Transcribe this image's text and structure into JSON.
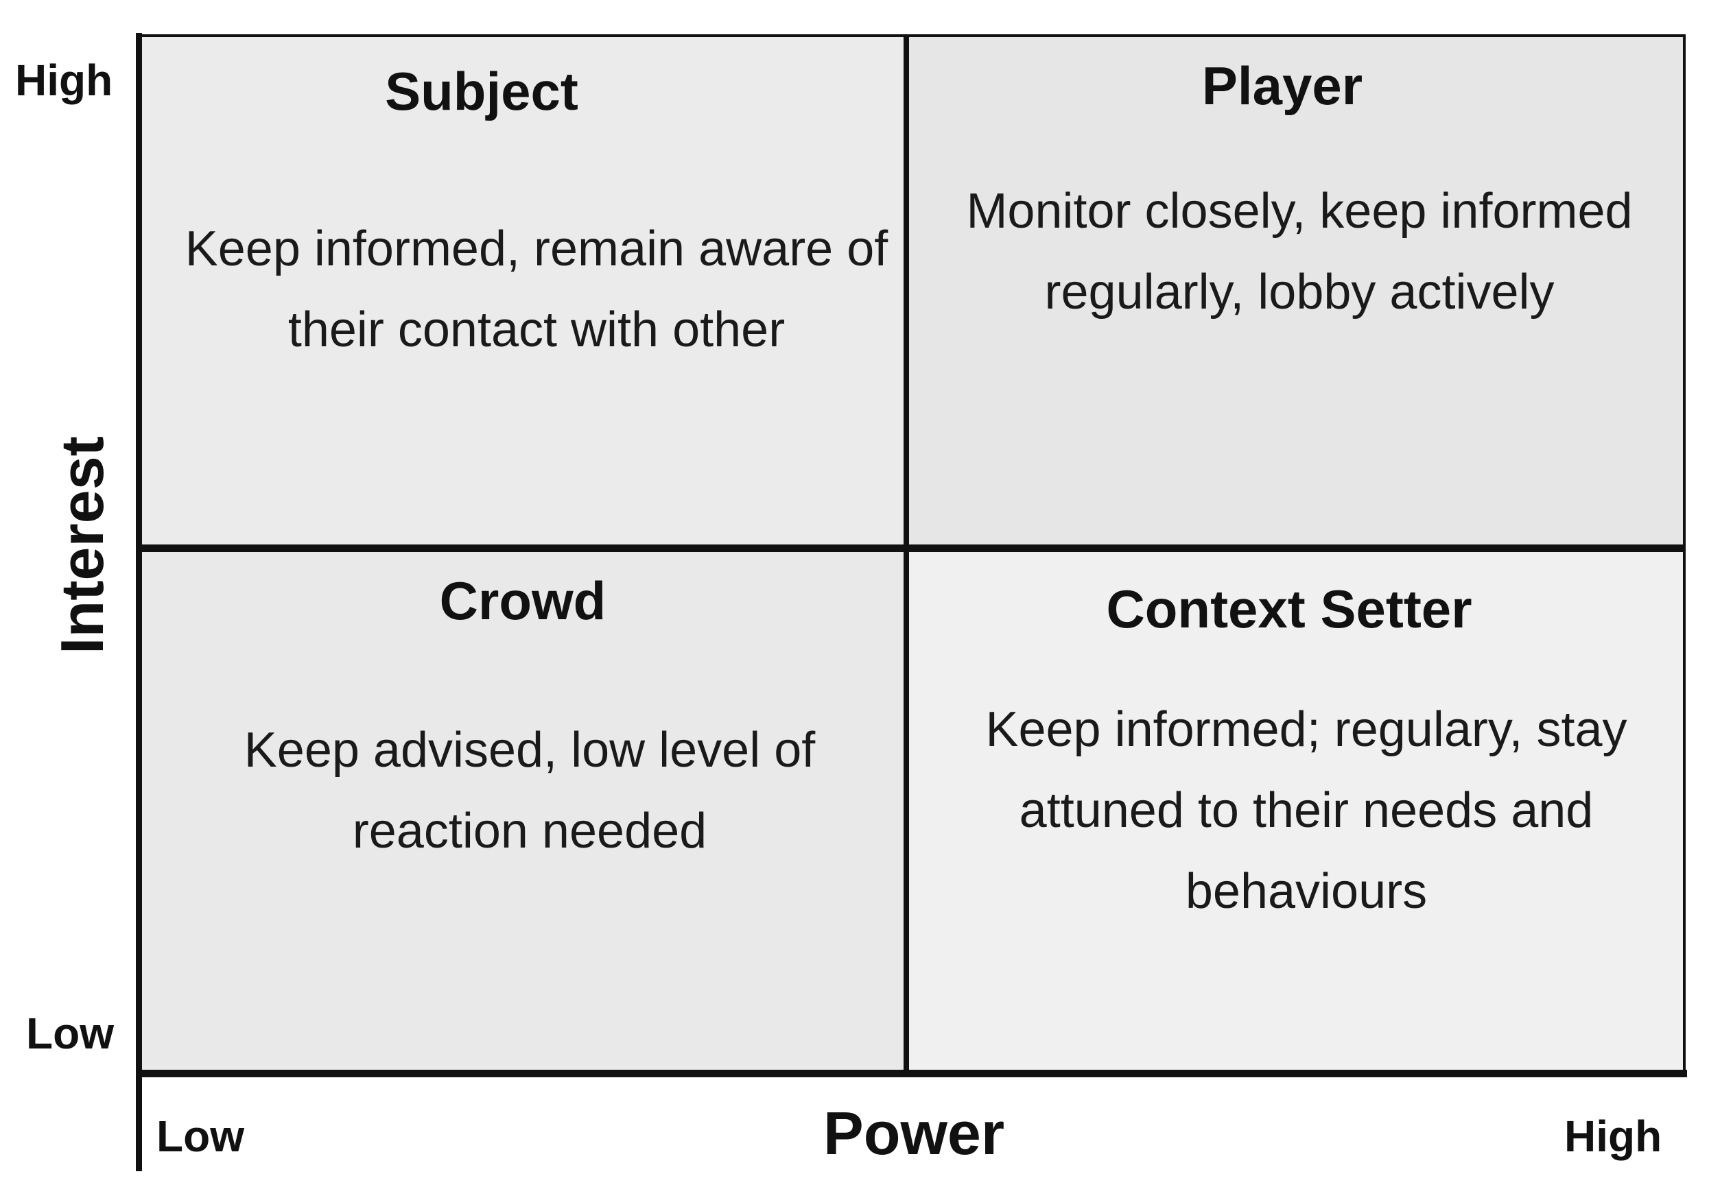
{
  "y_axis": {
    "title": "Interest",
    "high_label": "High",
    "low_label": "Low"
  },
  "x_axis": {
    "title": "Power",
    "low_label": "Low",
    "high_label": "High"
  },
  "quadrants": {
    "subject": {
      "title": "Subject",
      "description": "Keep informed, remain aware of their contact with other"
    },
    "player": {
      "title": "Player",
      "description": "Monitor closely, keep informed regularly, lobby actively"
    },
    "crowd": {
      "title": "Crowd",
      "description": "Keep advised, low level of reaction needed"
    },
    "context_setter": {
      "title": "Context Setter",
      "description": "Keep informed; regulary, stay attuned to their needs and behaviours"
    }
  },
  "colors": {
    "lines": "#111111",
    "subject_fill": "#ebebeb",
    "player_fill": "#e6e6e6",
    "crowd_fill": "#e9e9e9",
    "context_setter_fill": "#f0f0f0"
  }
}
